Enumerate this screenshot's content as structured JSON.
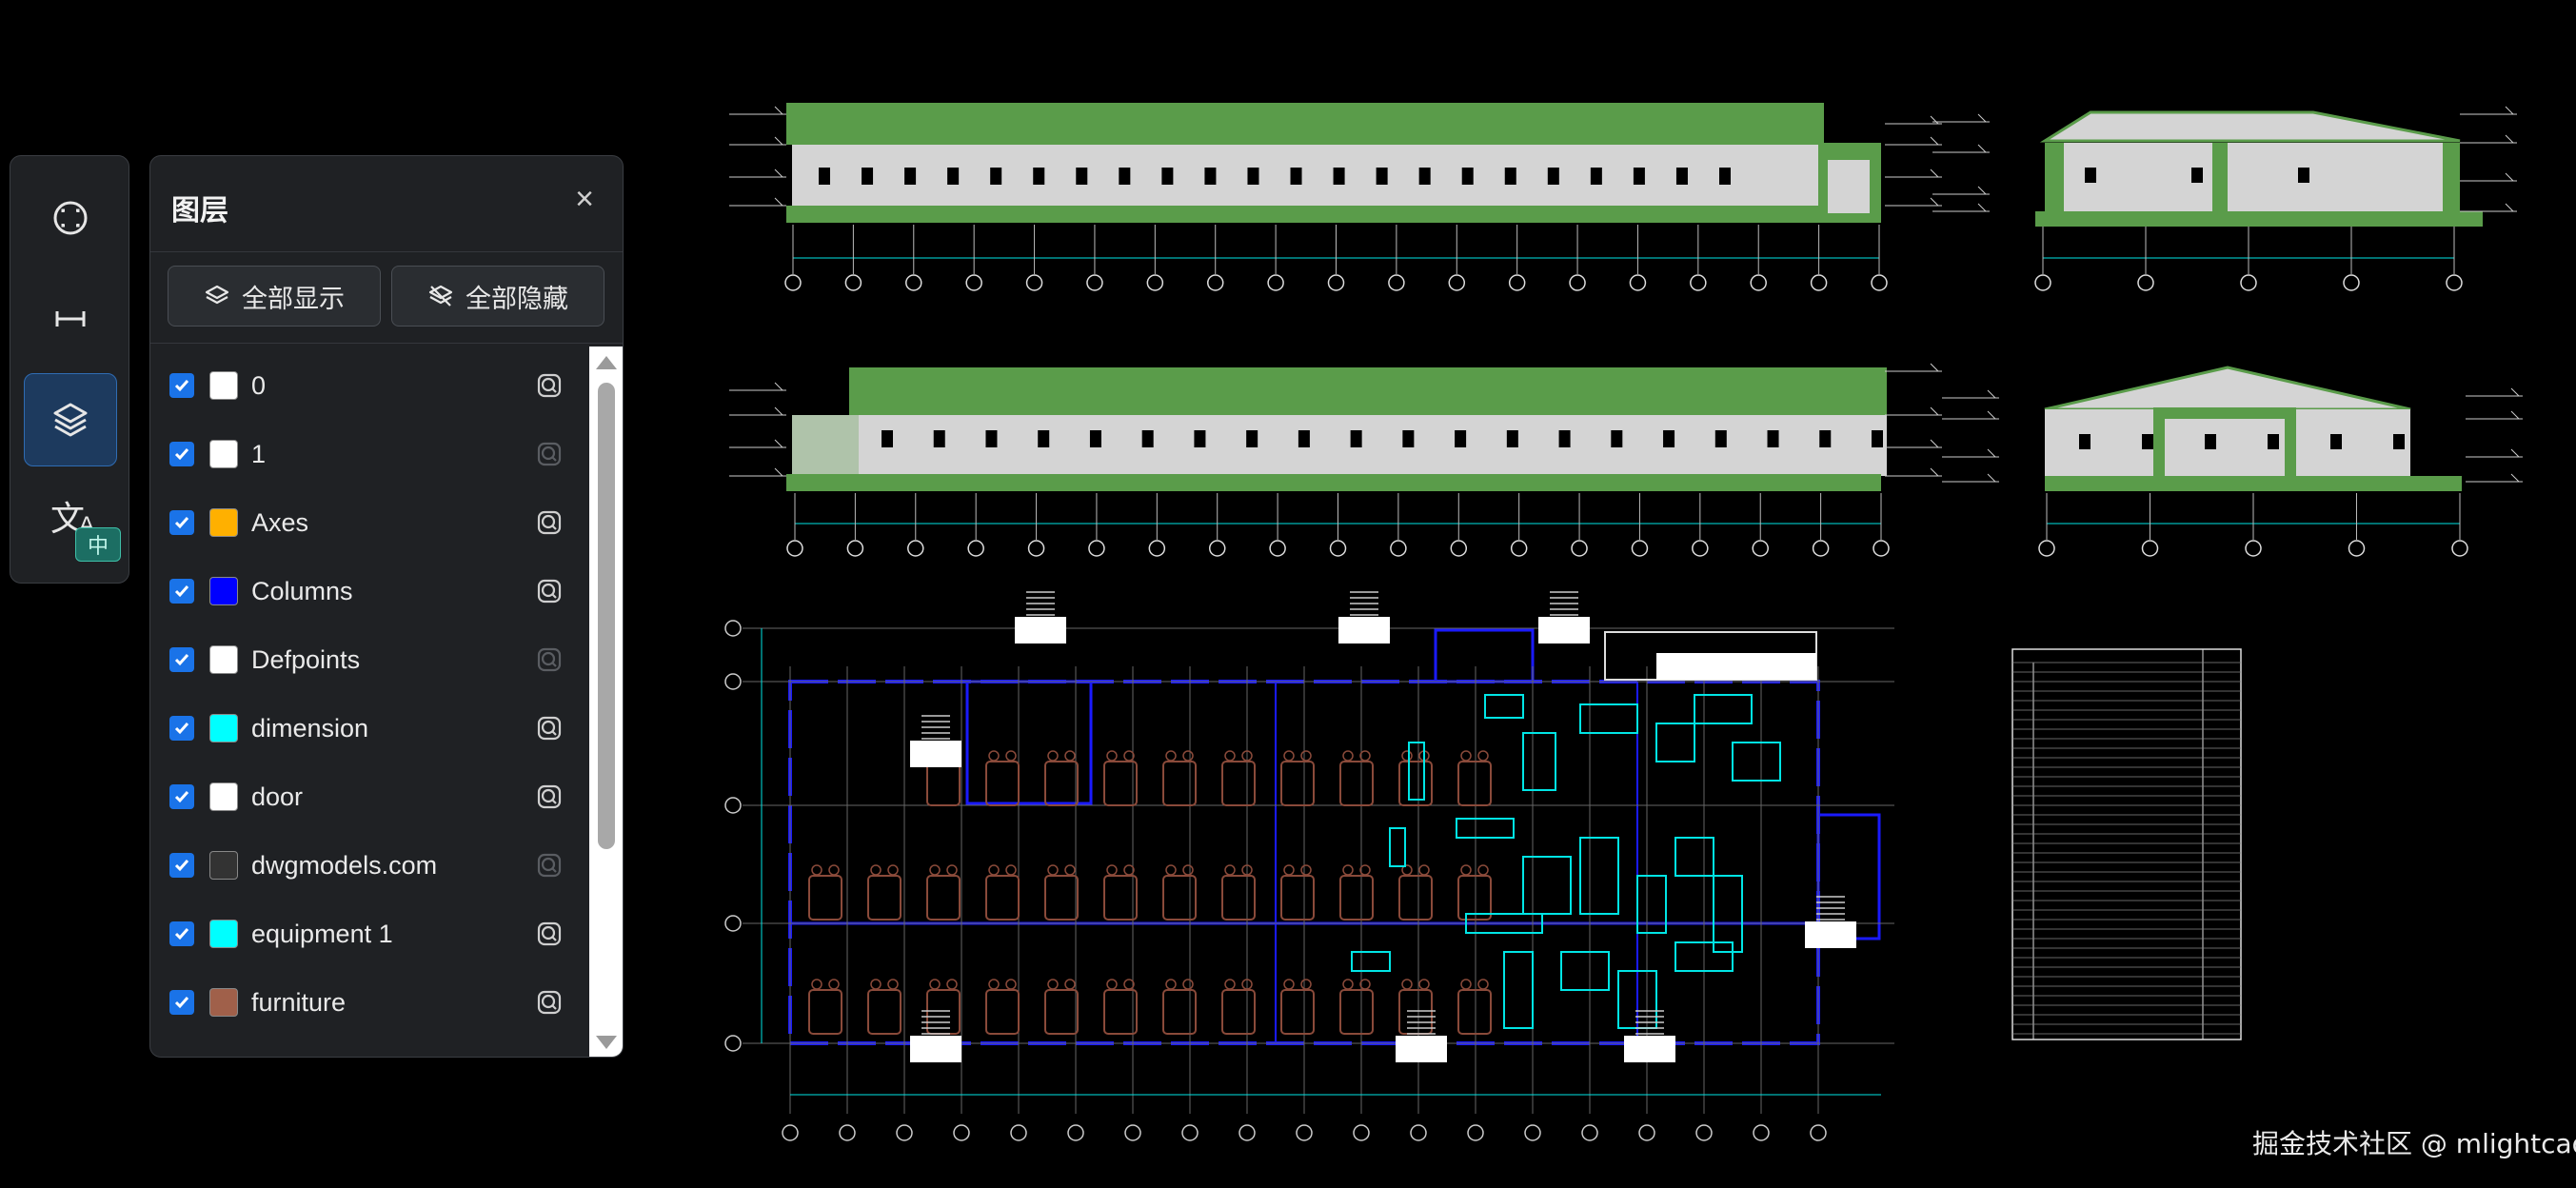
{
  "toolbar": {
    "tools": [
      {
        "name": "zoom-fit-icon"
      },
      {
        "name": "measure-icon"
      },
      {
        "name": "layers-icon",
        "active": true
      },
      {
        "name": "translate-icon",
        "char": "文",
        "letter": "A",
        "badge": "中"
      }
    ]
  },
  "layer_panel": {
    "title": "图层",
    "close": "×",
    "show_all": "全部显示",
    "hide_all": "全部隐藏",
    "layers": [
      {
        "name": "0",
        "color": "#ffffff",
        "checked": true,
        "iso_dim": false
      },
      {
        "name": "1",
        "color": "#ffffff",
        "checked": true,
        "iso_dim": true
      },
      {
        "name": "Axes",
        "color": "#ffb000",
        "checked": true,
        "iso_dim": false
      },
      {
        "name": "Columns",
        "color": "#0000ff",
        "checked": true,
        "iso_dim": false
      },
      {
        "name": "Defpoints",
        "color": "#ffffff",
        "checked": true,
        "iso_dim": true
      },
      {
        "name": "dimension",
        "color": "#00ffff",
        "checked": true,
        "iso_dim": false
      },
      {
        "name": "door",
        "color": "#ffffff",
        "checked": true,
        "iso_dim": false
      },
      {
        "name": "dwgmodels.com",
        "color": "#333333",
        "checked": true,
        "iso_dim": true
      },
      {
        "name": "equipment 1",
        "color": "#00ffff",
        "checked": true,
        "iso_dim": false
      },
      {
        "name": "furniture",
        "color": "#a0604a",
        "checked": true,
        "iso_dim": false
      }
    ]
  },
  "drawing": {
    "facade_green": "#5a9c4a",
    "wall_gray": "#d4d4d4",
    "plan_blue": "#1a1aff",
    "plan_cyan": "#00e5e5",
    "furniture_brown": "#8a4a3a"
  },
  "watermark": "掘金技术社区 @ mlightcad"
}
